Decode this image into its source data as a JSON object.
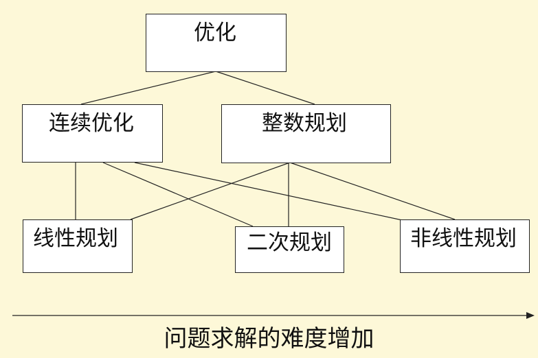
{
  "nodes": {
    "root": "优化",
    "continuous": "连续优化",
    "integer": "整数规划",
    "linear": "线性规划",
    "quadratic": "二次规划",
    "nonlinear": "非线性规划"
  },
  "axis_caption": "问题求解的难度增加"
}
